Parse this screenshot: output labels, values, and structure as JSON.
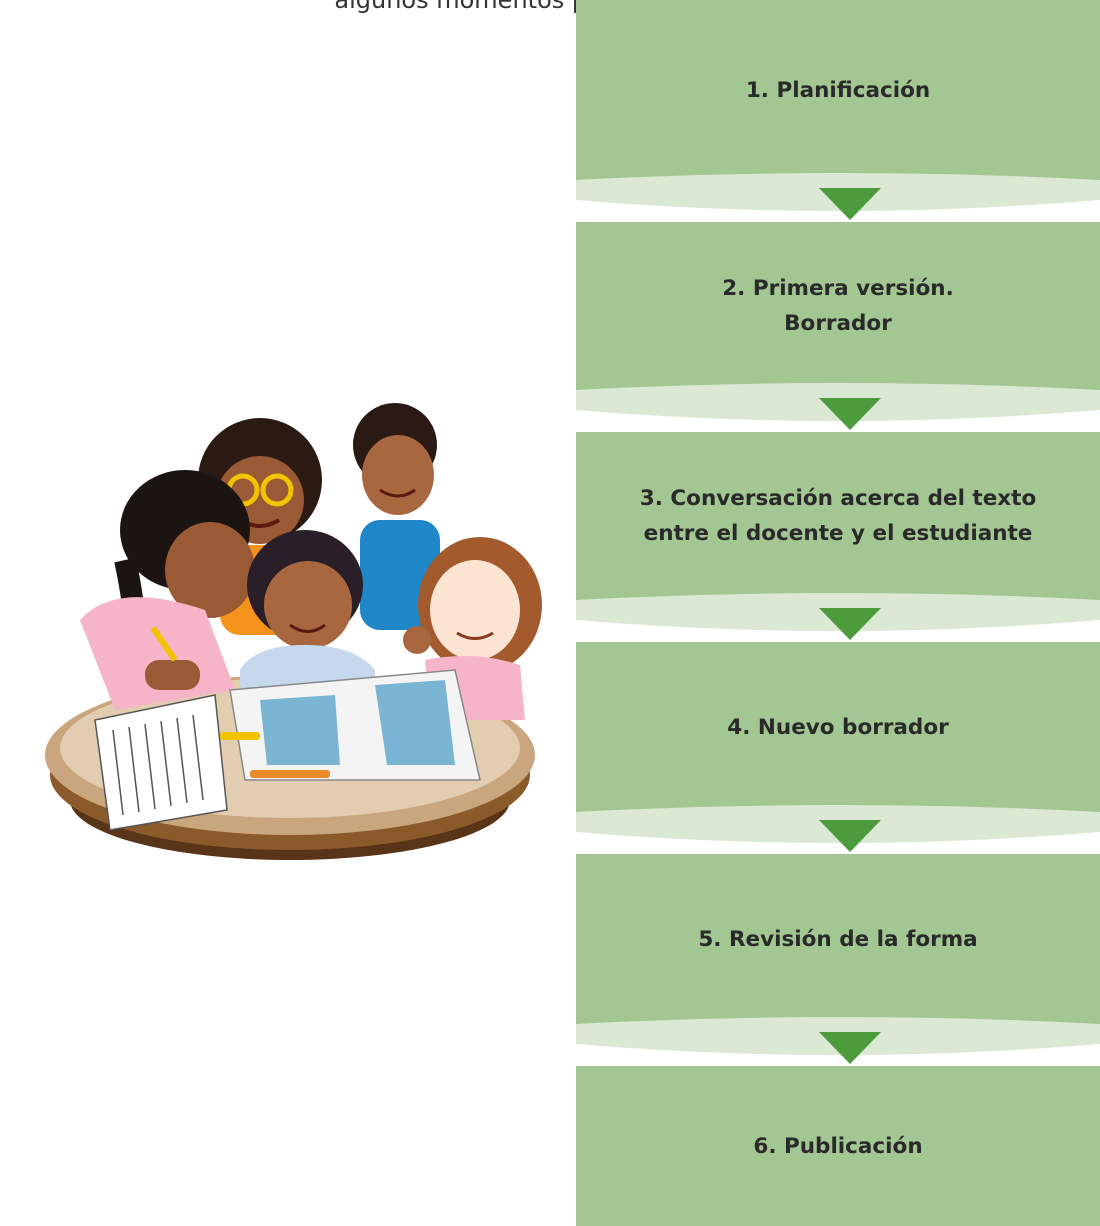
{
  "caption": "algunos momentos para el proceso:",
  "illustration": {
    "icon": "children-writing-at-table-illustration"
  },
  "steps": [
    {
      "label": "1. Planificación"
    },
    {
      "label": "2. Primera versión.\nBorrador"
    },
    {
      "label": "3. Conversación acerca del texto\nentre el docente y el estudiante"
    },
    {
      "label": "4. Nuevo borrador"
    },
    {
      "label": "5. Revisión de la forma"
    },
    {
      "label": "6. Publicación"
    }
  ],
  "colors": {
    "box": "#a3c793",
    "connector": "#dbe8d3",
    "arrow": "#4c9c3e"
  },
  "connector_icon": "arrow-down-icon"
}
